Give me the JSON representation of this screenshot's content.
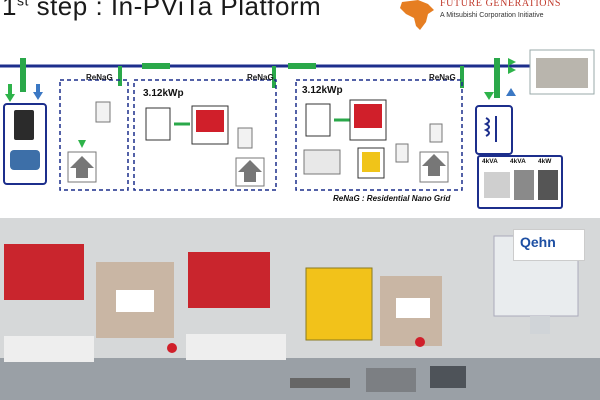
{
  "title": {
    "main": "1",
    "sup": "st",
    "rest": " step : In-PViTa Platform"
  },
  "logo": {
    "line1": "FUTURE GENERATIONS",
    "line2": "A Mitsubishi Corporation Initiative"
  },
  "diagram": {
    "renag_labels": [
      "ReNaG",
      "ReNaG",
      "ReNaG"
    ],
    "pv_ratings": [
      "3.12kWp",
      "3.12kWp"
    ],
    "caption": "ReNaG : Residential Nano Grid",
    "kva_labels": [
      "4kVA",
      "4kVA",
      "4kW"
    ]
  },
  "photo": {
    "qehn_logo": "Qehn"
  },
  "colors": {
    "bus": "#1c2e8c",
    "line": "#2aa84a",
    "arrow_green": "#2eb34a",
    "arrow_blue": "#3b78c4",
    "inverter": "#d01f2a",
    "home": "#777777"
  }
}
